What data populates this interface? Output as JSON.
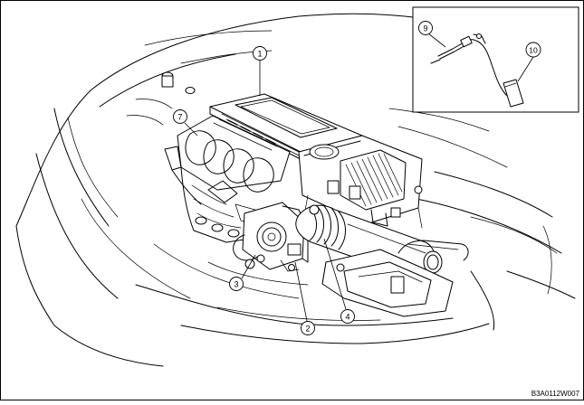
{
  "callouts": [
    {
      "id": "callout-1",
      "label": "1"
    },
    {
      "id": "callout-2",
      "label": "2"
    },
    {
      "id": "callout-3",
      "label": "3"
    },
    {
      "id": "callout-4",
      "label": "4"
    },
    {
      "id": "callout-7",
      "label": "7"
    },
    {
      "id": "callout-9",
      "label": "9"
    },
    {
      "id": "callout-10",
      "label": "10"
    }
  ],
  "figure_code": "B3A0112W007"
}
